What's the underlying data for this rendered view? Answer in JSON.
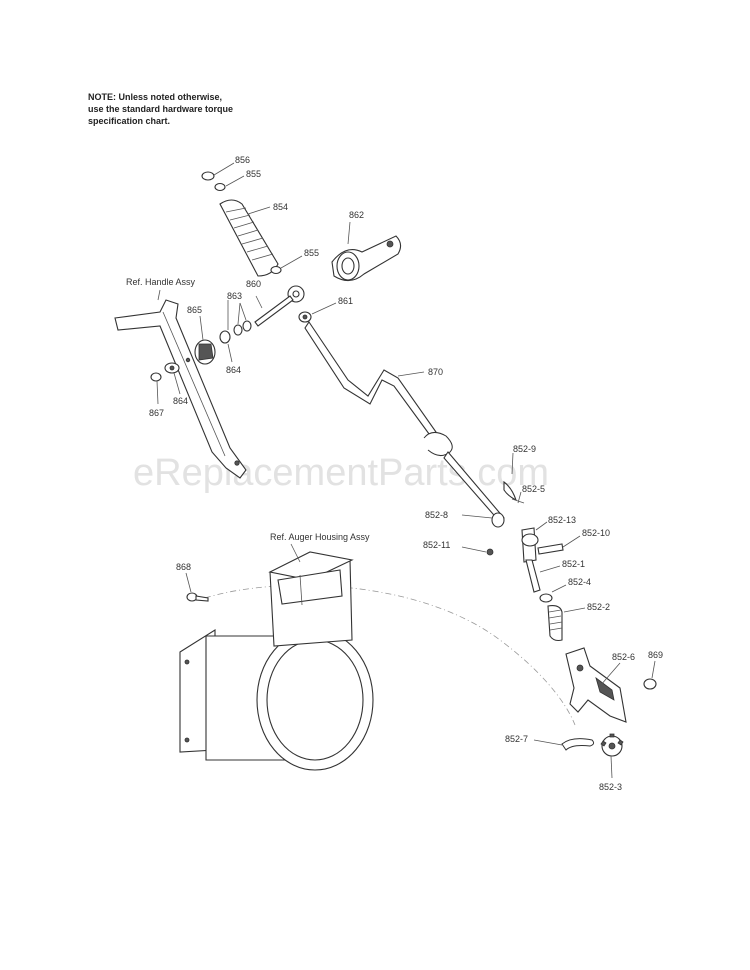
{
  "note": {
    "lines": [
      "NOTE: Unless noted otherwise,",
      "use the standard hardware torque",
      "specification chart."
    ]
  },
  "watermark": "eReplacementParts.com",
  "refs": {
    "handle": "Ref. Handle Assy",
    "auger": "Ref. Auger Housing Assy"
  },
  "parts": {
    "p856": "856",
    "p855a": "855",
    "p854": "854",
    "p862": "862",
    "p855b": "855",
    "p860": "860",
    "p863": "863",
    "p861": "861",
    "p865": "865",
    "p864a": "864",
    "p864b": "864",
    "p867": "867",
    "p870": "870",
    "p852_9": "852-9",
    "p852_5": "852-5",
    "p852_8": "852-8",
    "p852_13": "852-13",
    "p852_10": "852-10",
    "p852_11": "852-11",
    "p852_1": "852-1",
    "p852_4": "852-4",
    "p852_2": "852-2",
    "p868": "868",
    "p852_6": "852-6",
    "p869": "869",
    "p852_7": "852-7",
    "p852_3": "852-3"
  }
}
